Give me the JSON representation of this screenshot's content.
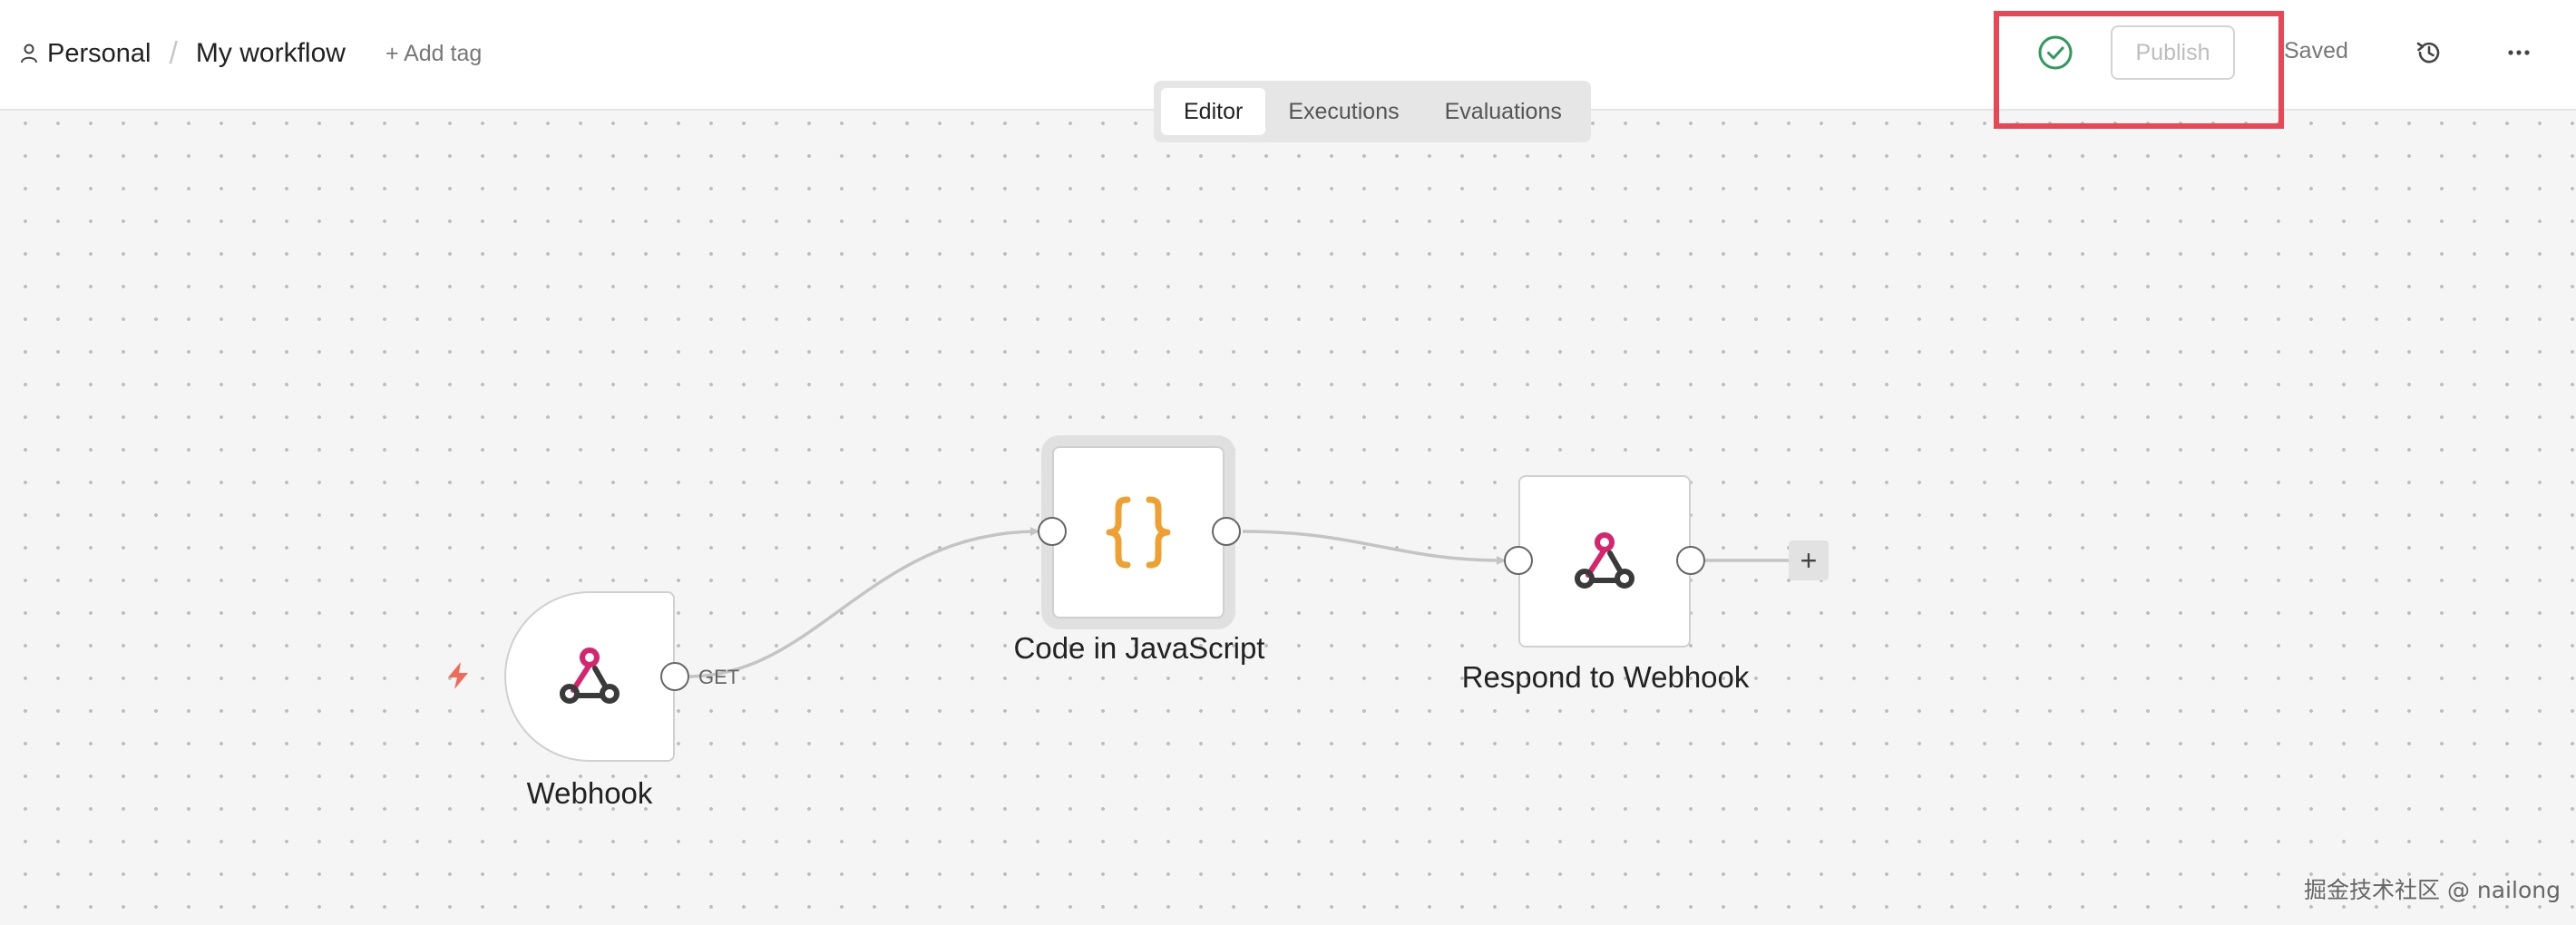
{
  "header": {
    "project_name": "Personal",
    "separator": "/",
    "workflow_name": "My workflow",
    "add_tag_label": "+ Add tag",
    "tabs": [
      {
        "label": "Editor",
        "active": true
      },
      {
        "label": "Executions",
        "active": false
      },
      {
        "label": "Evaluations",
        "active": false
      }
    ],
    "status_icon": "check-circle-icon",
    "publish_label": "Publish",
    "saved_label": "Saved",
    "history_icon": "history-icon",
    "more_icon": "more-horizontal-icon"
  },
  "canvas": {
    "nodes": [
      {
        "id": "webhook",
        "label": "Webhook",
        "icon": "webhook-icon"
      },
      {
        "id": "code",
        "label": "Code in JavaScript",
        "icon": "curly-braces-icon"
      },
      {
        "id": "respond",
        "label": "Respond to Webhook",
        "icon": "webhook-icon"
      }
    ],
    "connection_label": "GET",
    "add_node_label": "+",
    "trigger_icon": "lightning-icon"
  },
  "watermark": "掘金技术社区 @ nailong",
  "colors": {
    "accent_highlight": "#e84855",
    "success": "#2e9a5b",
    "code_icon": "#f0a030",
    "webhook_pink": "#d6246e",
    "webhook_dark": "#3a3a3a"
  }
}
